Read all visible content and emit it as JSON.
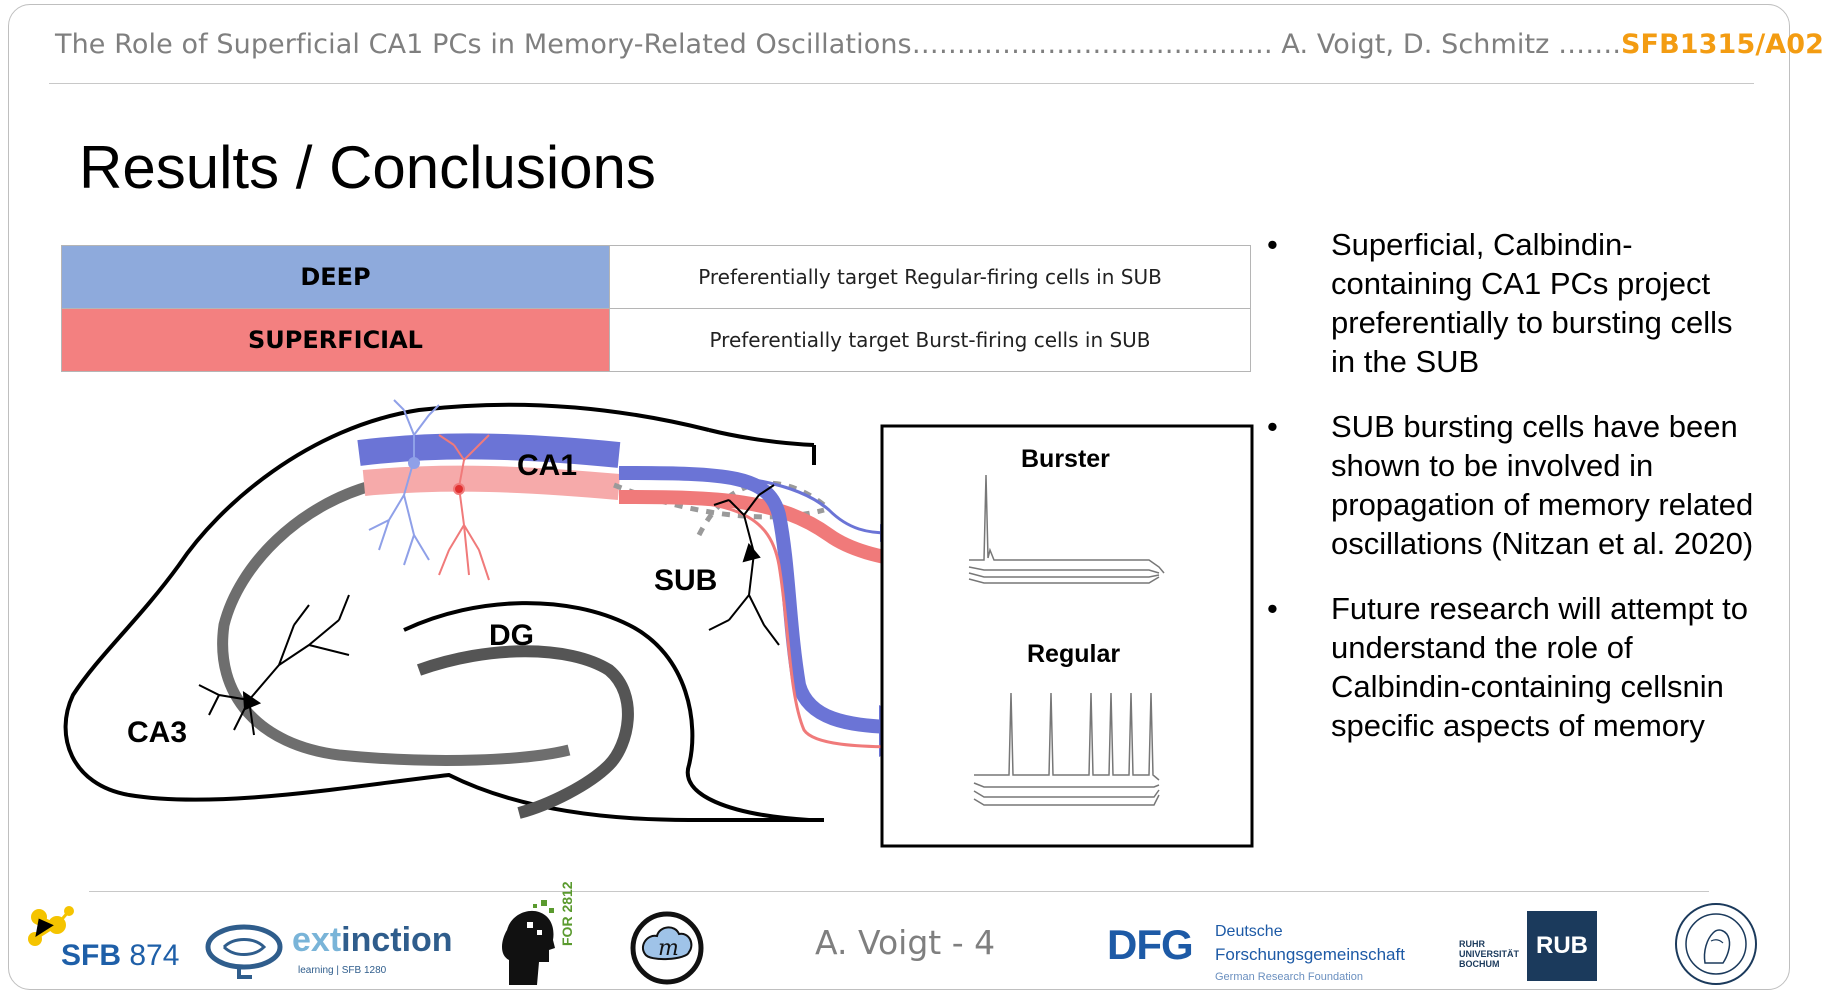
{
  "header": {
    "text": "The Role of Superficial CA1 PCs in Memory-Related Oscillations…………………………………. A. Voigt, D. Schmitz …….",
    "project": "SFB1315/A02"
  },
  "title": "Results / Conclusions",
  "table": {
    "rows": [
      {
        "label": "DEEP",
        "description": "Preferentially target Regular-firing cells in SUB",
        "color": "#8eaadc"
      },
      {
        "label": "SUPERFICIAL",
        "description": "Preferentially target Burst-firing cells in SUB",
        "color": "#f38080"
      }
    ]
  },
  "bullets": [
    {
      "symbol": "•",
      "text": "Superficial, Calbindin-containing CA1 PCs project preferentially to bursting cells in the SUB"
    },
    {
      "symbol": "•",
      "text": "SUB bursting cells have been shown to be involved in propagation of memory related oscillations (Nitzan et al. 2020)"
    },
    {
      "symbol": "•",
      "text": "Future research will attempt to understand the role of Calbindin-containing cellsnin specific aspects of memory"
    }
  ],
  "diagram": {
    "labels": {
      "ca1": "CA1",
      "sub": "SUB",
      "dg": "DG",
      "ca3": "CA3"
    },
    "panel_labels": {
      "burster": "Burster",
      "regular": "Regular"
    },
    "colors": {
      "deep": "#6b74d6",
      "superficial": "#f07a7a",
      "deep_light": "#8fa0e8",
      "superficial_light": "#f6aaaa"
    }
  },
  "footer": {
    "page_label": "A. Voigt - 4",
    "logos": {
      "sfb874": {
        "prefix": "SFB",
        "number": " 874"
      },
      "extinction": {
        "word_a": "ext",
        "word_b": "inction",
        "sub": "learning | SFB 1280"
      },
      "for2812": {
        "text": "FOR 2812"
      },
      "dfg": {
        "abbr": "DFG",
        "line1": "Deutsche",
        "line2": "Forschungsgemeinschaft",
        "line3": "German Research Foundation"
      },
      "rub": {
        "small": "RUHR\nUNIVERSITÄT\nBOCHUM",
        "box": "RUB"
      }
    },
    "icons": [
      "sfb874-logo-icon",
      "brain-logo-icon",
      "head-logo-icon",
      "m-cloud-logo-icon",
      "humboldt-seal-icon"
    ]
  }
}
